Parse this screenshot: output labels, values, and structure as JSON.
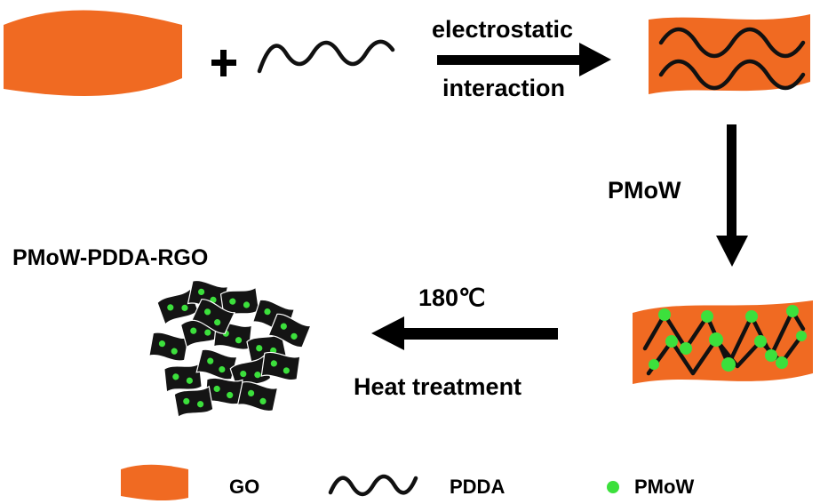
{
  "colors": {
    "go_sheet": "#F06A22",
    "pdda_chain": "#111111",
    "pmow_dot": "#3CE03C",
    "arrow": "#000000",
    "rgo_flake": "#141414"
  },
  "steps": {
    "plus_sign": "+",
    "step1_line1": "electrostatic",
    "step1_line2": "interaction",
    "step2": "PMoW",
    "step3_temp": "180℃",
    "step3_desc": "Heat treatment"
  },
  "product": {
    "title": "PMoW-PDDA-RGO"
  },
  "legend": {
    "items": [
      {
        "label": "GO",
        "icon": "orange-sheet-icon"
      },
      {
        "label": "PDDA",
        "icon": "wave-chain-icon"
      },
      {
        "label": "PMoW",
        "icon": "green-dot-icon"
      }
    ]
  }
}
